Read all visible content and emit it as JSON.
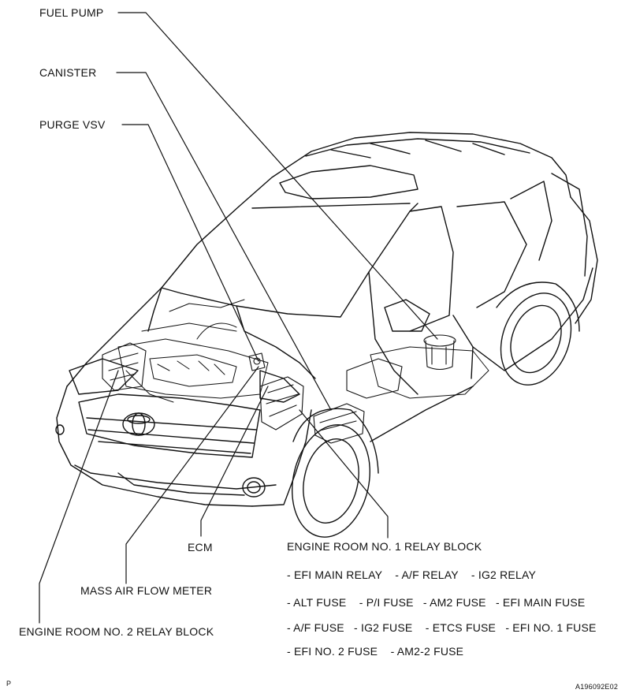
{
  "labels": {
    "fuel_pump": "FUEL PUMP",
    "canister": "CANISTER",
    "purge_vsv": "PURGE VSV",
    "ecm": "ECM",
    "mass_air_flow_meter": "MASS AIR FLOW METER",
    "engine_room_no2_relay_block": "ENGINE ROOM NO. 2 RELAY BLOCK",
    "engine_room_no1_relay_block": "ENGINE ROOM NO. 1 RELAY BLOCK"
  },
  "relay_block_items": {
    "line1": "- EFI MAIN RELAY    - A/F RELAY    - IG2 RELAY",
    "line2": "- ALT FUSE    - P/I FUSE   - AM2 FUSE   - EFI MAIN FUSE",
    "line3": "- A/F FUSE   - IG2 FUSE    - ETCS FUSE   - EFI NO. 1 FUSE",
    "line4": "- EFI NO. 2 FUSE    - AM2-2 FUSE"
  },
  "footer": {
    "left_code": "P",
    "figure_id": "A196092E02"
  },
  "colors": {
    "line": "#111111",
    "background": "#ffffff"
  }
}
